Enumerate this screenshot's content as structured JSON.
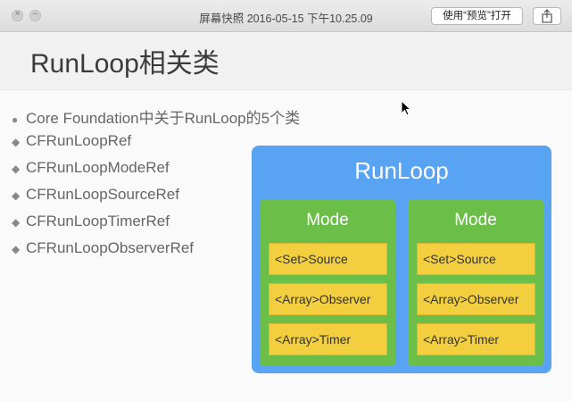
{
  "window": {
    "title": "屏幕快照 2016-05-15 下午10.25.09",
    "open_button_label": "使用“预览”打开"
  },
  "slide": {
    "title": "RunLoop相关类",
    "bullets": [
      "Core Foundation中关于RunLoop的5个类",
      "CFRunLoopRef",
      "CFRunLoopModeRef",
      "CFRunLoopSourceRef",
      "CFRunLoopTimerRef",
      "CFRunLoopObserverRef"
    ],
    "diagram": {
      "title": "RunLoop",
      "modes": [
        {
          "label": "Mode",
          "items": [
            "<Set>Source",
            "<Array>Observer",
            "<Array>Timer"
          ]
        },
        {
          "label": "Mode",
          "items": [
            "<Set>Source",
            "<Array>Observer",
            "<Array>Timer"
          ]
        }
      ]
    }
  },
  "colors": {
    "runloop_box": "#58a4f2",
    "mode_box": "#6bbf48",
    "item_box": "#f3cf3f"
  }
}
